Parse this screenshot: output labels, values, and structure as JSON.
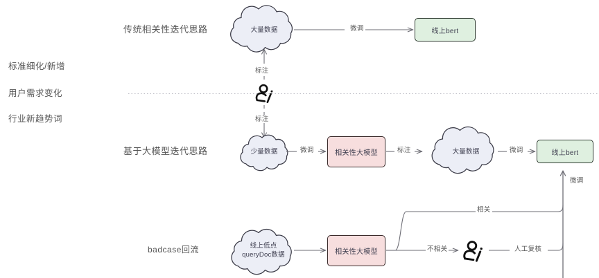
{
  "diagram": {
    "title_row_top": "传统相关性迭代思路",
    "title_row_mid": "基于大模型迭代思路",
    "title_row_bottom": "badcase回流",
    "left_axis_labels": [
      "标准细化/新增",
      "用户需求变化",
      "行业新趋势词"
    ],
    "colors": {
      "cloud_fill": "#eceef6",
      "cloud_stroke": "#3a3a46",
      "box_green_fill": "#dff0e0",
      "box_pink_fill": "#f7dede",
      "box_stroke": "#2b2b33",
      "wire": "#6e6e76",
      "divider": "#b9b9c2",
      "text": "#4a4a4a"
    },
    "nodes": {
      "cloud_big_data_top": "大量数据",
      "bert_top": "线上bert",
      "cloud_small_data": "少量数据",
      "rel_big_model_mid": "相关性大模型",
      "cloud_big_data_mid": "大量数据",
      "bert_mid": "线上bert",
      "cloud_lowpoint_line1": "线上低点",
      "cloud_lowpoint_line2": "queryDoc数据",
      "rel_big_model_bottom": "相关性大模型"
    },
    "edges": {
      "top_finetune": "微调",
      "annotate_up": "标注",
      "annotate_down": "标注",
      "mid_finetune_1": "微调",
      "mid_annotate": "标注",
      "mid_finetune_2": "微调",
      "feedback_finetune": "微调",
      "relevant": "相关",
      "not_relevant": "不相关",
      "manual_review": "人工复核"
    },
    "icons": {
      "person_top": "person-icon",
      "person_bottom": "person-icon"
    }
  }
}
